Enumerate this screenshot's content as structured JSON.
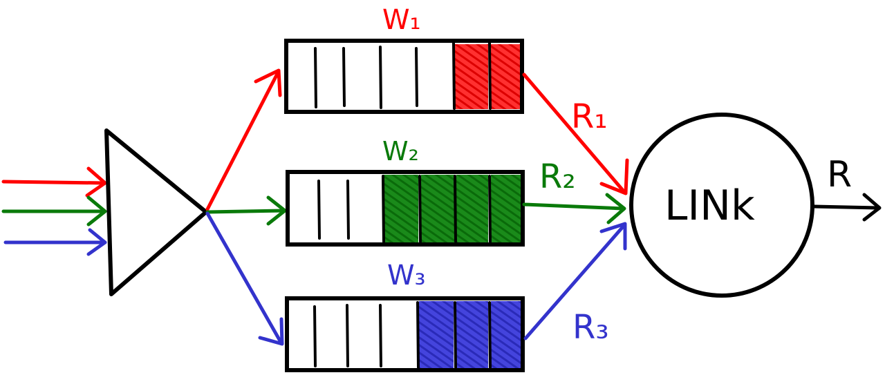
{
  "colors": {
    "red": "#ff0000",
    "green": "#0a7a0a",
    "blue": "#3333cc",
    "ink": "#000000"
  },
  "queues": [
    {
      "weight_label": "W₁",
      "rate_label": "R₁",
      "color": "#ff0000",
      "filled_slots": 2,
      "total_slots": 7
    },
    {
      "weight_label": "W₂",
      "rate_label": "R₂",
      "color": "#0a7a0a",
      "filled_slots": 4,
      "total_slots": 7
    },
    {
      "weight_label": "W₃",
      "rate_label": "R₃",
      "color": "#3333cc",
      "filled_slots": 3,
      "total_slots": 7
    }
  ],
  "link": {
    "label": "LINk",
    "output_label": "R"
  },
  "icons": {
    "splitter": "triangle-splitter-icon",
    "link_node": "circle-link-icon"
  }
}
